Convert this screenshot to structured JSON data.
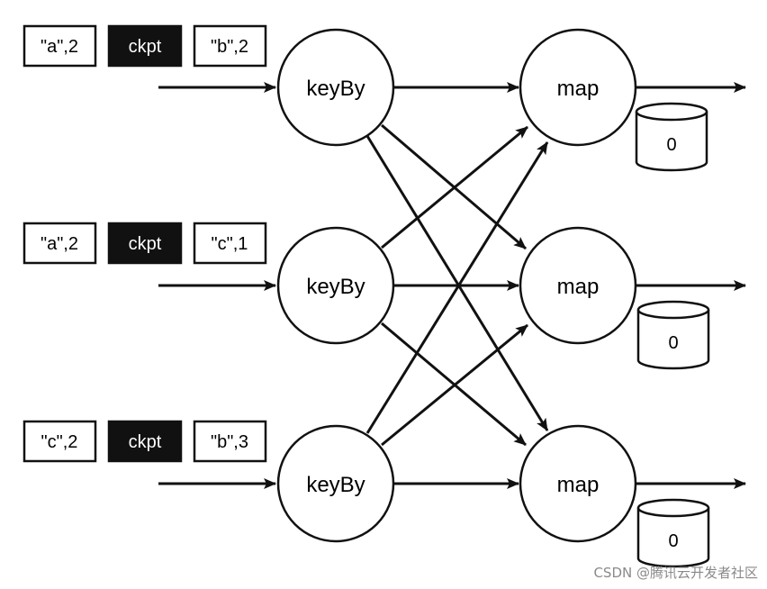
{
  "streams": [
    {
      "records": [
        "\"a\",2",
        "ckpt",
        "\"b\",2"
      ]
    },
    {
      "records": [
        "\"a\",2",
        "ckpt",
        "\"c\",1"
      ]
    },
    {
      "records": [
        "\"c\",2",
        "ckpt",
        "\"b\",3"
      ]
    }
  ],
  "keyby_nodes": [
    "keyBy",
    "keyBy",
    "keyBy"
  ],
  "map_nodes": [
    "map",
    "map",
    "map"
  ],
  "state_values": [
    "0",
    "0",
    "0"
  ],
  "watermark": "CSDN @腾讯云开发者社区",
  "colors": {
    "line": "#111111",
    "barrier_fill": "#111111",
    "barrier_text": "#ffffff",
    "background": "#ffffff"
  }
}
